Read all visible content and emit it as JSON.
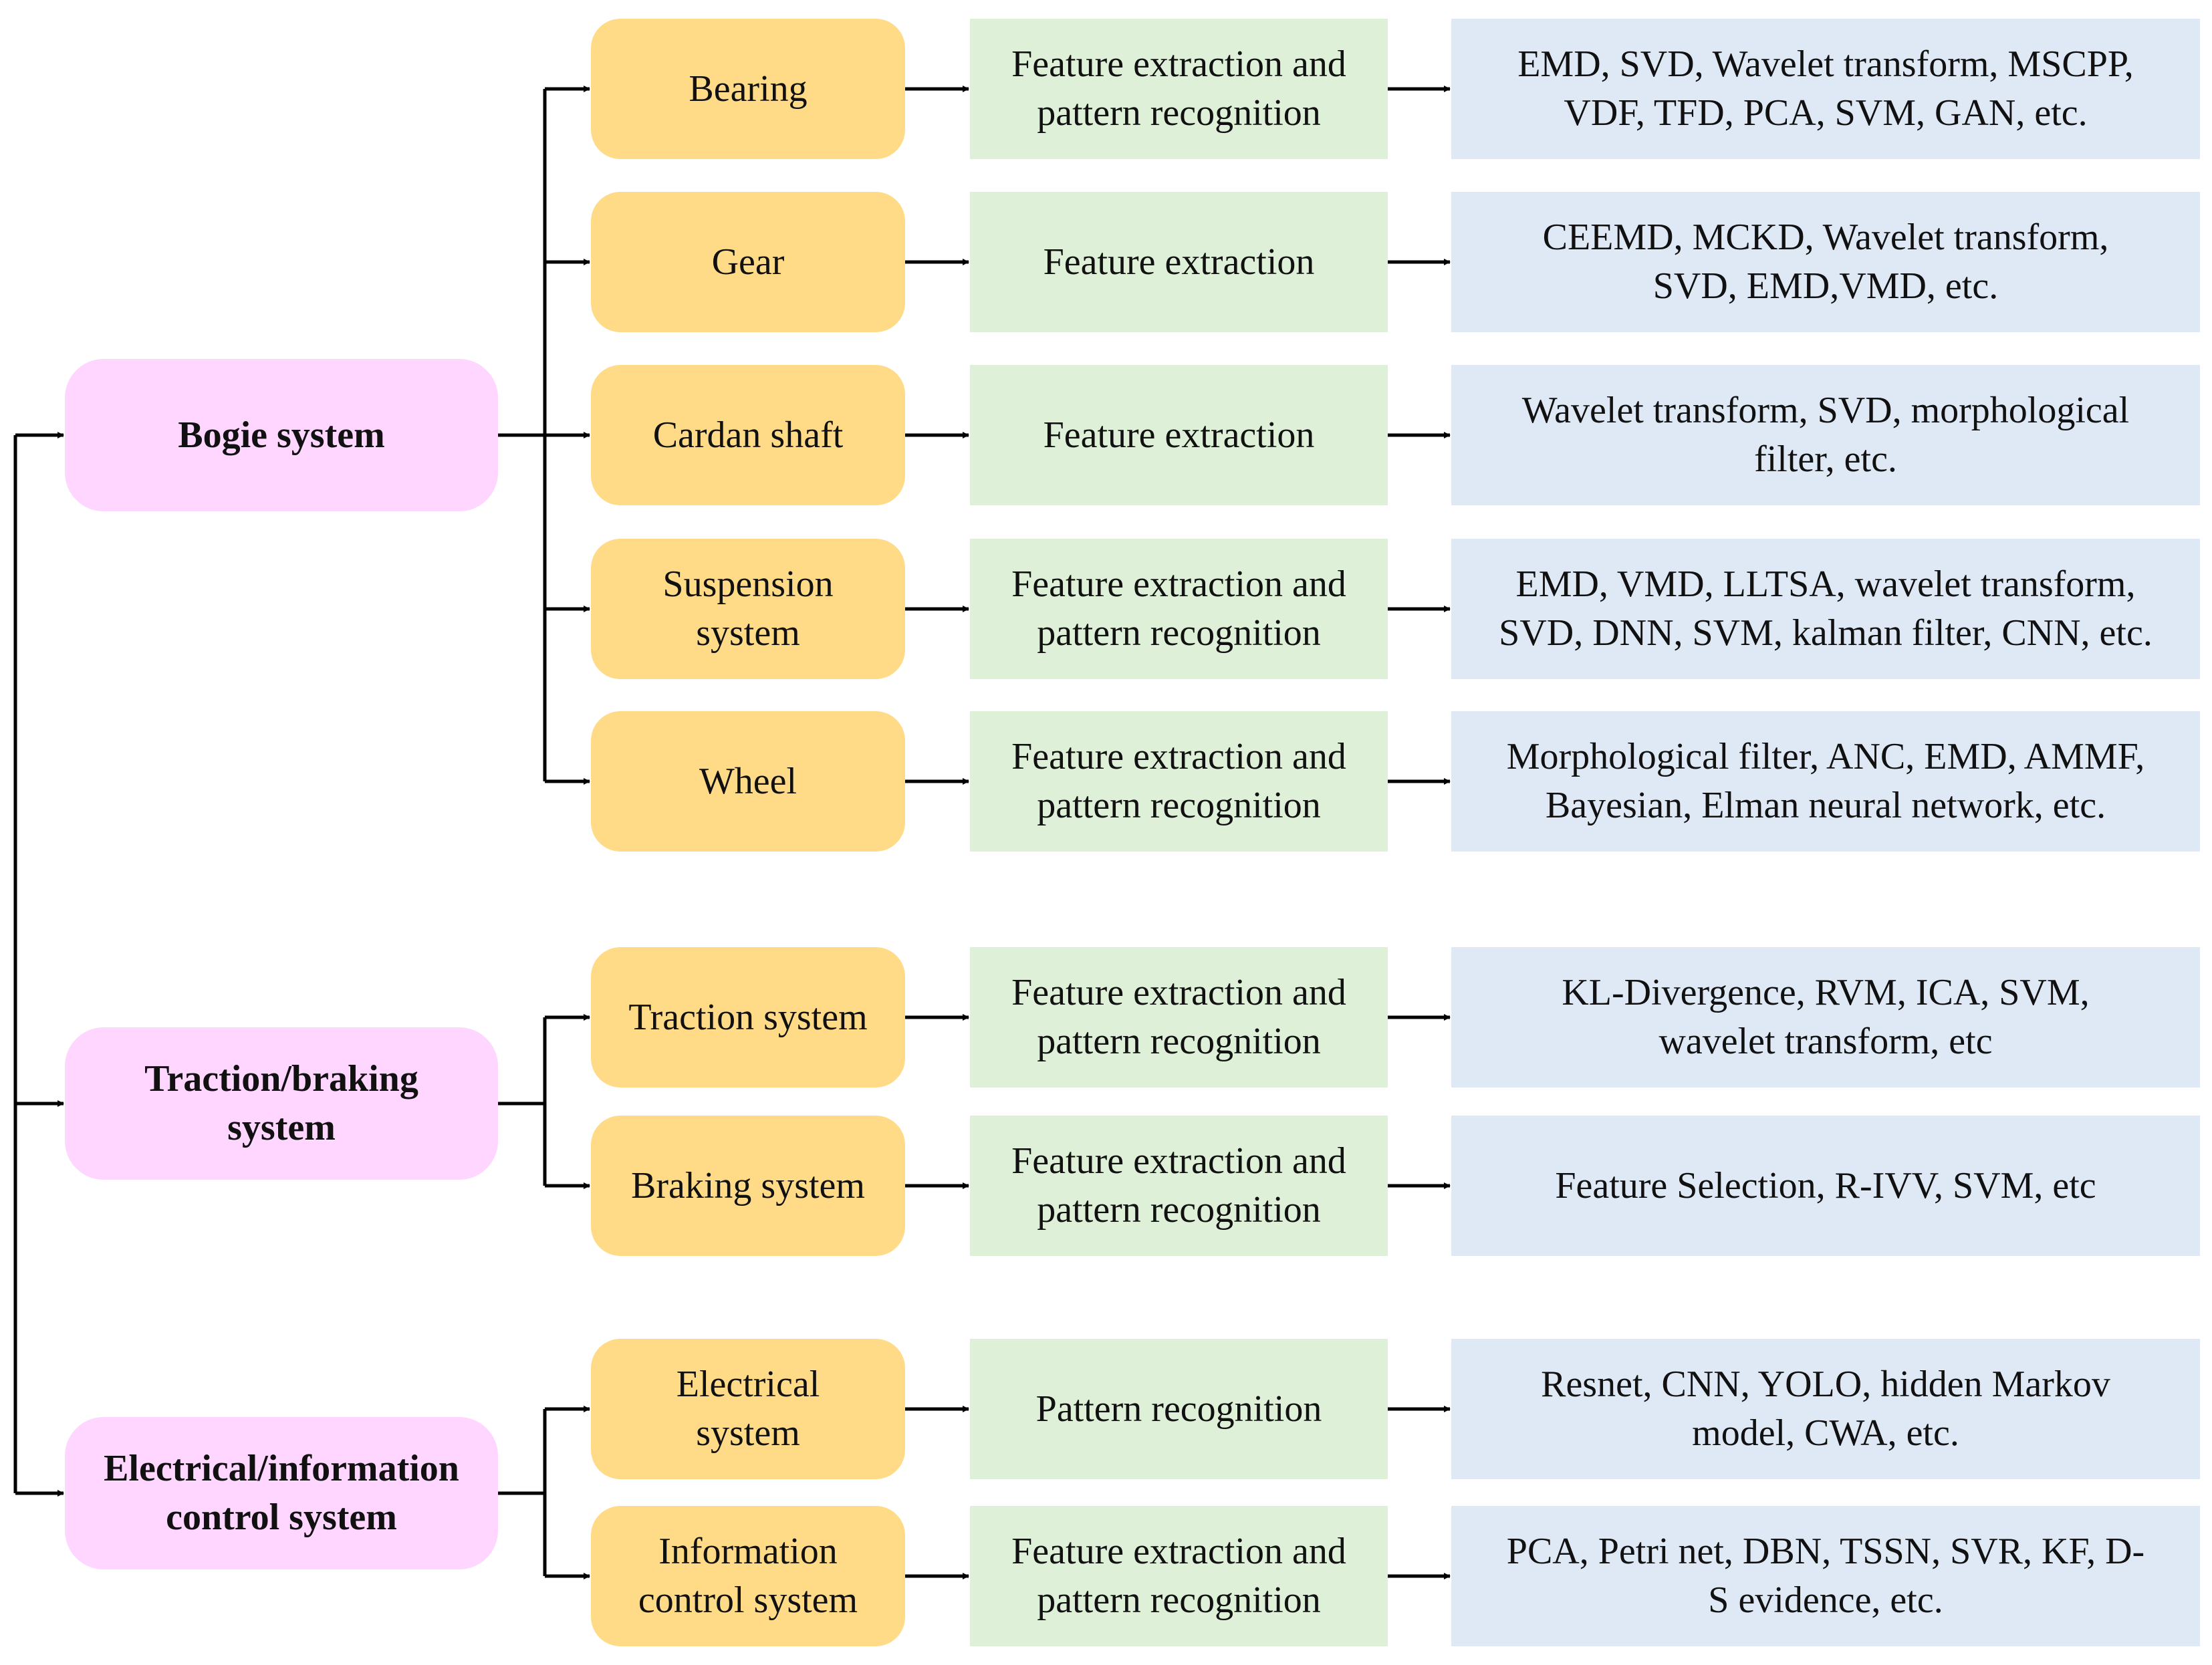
{
  "diagram": {
    "colors": {
      "system_fill": "#ffd6ff",
      "component_fill": "#ffdb87",
      "method_fill": "#dff0d8",
      "technique_fill": "#dfe9f6",
      "connector": "#000000"
    },
    "systems": [
      {
        "label": "Bogie system",
        "components": [
          {
            "label": "Bearing",
            "method": "Feature extraction and pattern recognition",
            "techniques": "EMD, SVD, Wavelet transform, MSCPP, VDF, TFD, PCA, SVM, GAN, etc."
          },
          {
            "label": "Gear",
            "method": "Feature extraction",
            "techniques": "CEEMD, MCKD, Wavelet transform, SVD, EMD,VMD, etc."
          },
          {
            "label": "Cardan shaft",
            "method": "Feature extraction",
            "techniques": "Wavelet transform, SVD, morphological filter, etc."
          },
          {
            "label": "Suspension system",
            "method": "Feature extraction and pattern recognition",
            "techniques": "EMD, VMD, LLTSA, wavelet transform, SVD, DNN, SVM, kalman filter, CNN, etc."
          },
          {
            "label": "Wheel",
            "method": "Feature extraction and pattern recognition",
            "techniques": "Morphological filter, ANC, EMD, AMMF, Bayesian, Elman neural network, etc."
          }
        ]
      },
      {
        "label": "Traction/braking system",
        "components": [
          {
            "label": "Traction system",
            "method": "Feature extraction and pattern recognition",
            "techniques": "KL-Divergence, RVM, ICA, SVM, wavelet transform, etc"
          },
          {
            "label": "Braking system",
            "method": "Feature extraction and pattern recognition",
            "techniques": "Feature Selection, R-IVV, SVM, etc"
          }
        ]
      },
      {
        "label": "Electrical/information control system",
        "components": [
          {
            "label": "Electrical system",
            "method": "Pattern recognition",
            "techniques": "Resnet, CNN, YOLO, hidden Markov model, CWA, etc."
          },
          {
            "label": "Information control system",
            "method": "Feature extraction and pattern recognition",
            "techniques": "PCA, Petri net, DBN, TSSN, SVR, KF, D-S evidence, etc."
          }
        ]
      }
    ]
  }
}
